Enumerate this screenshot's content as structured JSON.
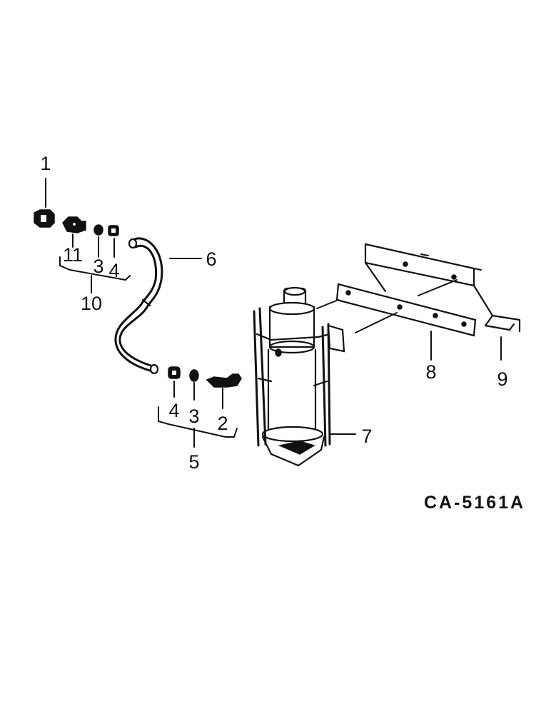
{
  "callouts": {
    "c1": "1",
    "c11": "11",
    "c3a": "3",
    "c4a": "4",
    "c10": "10",
    "c6": "6",
    "c4b": "4",
    "c3b": "3",
    "c2": "2",
    "c5": "5",
    "c7": "7",
    "c8": "8",
    "c9": "9"
  },
  "drawing_code": "CA-5161A"
}
